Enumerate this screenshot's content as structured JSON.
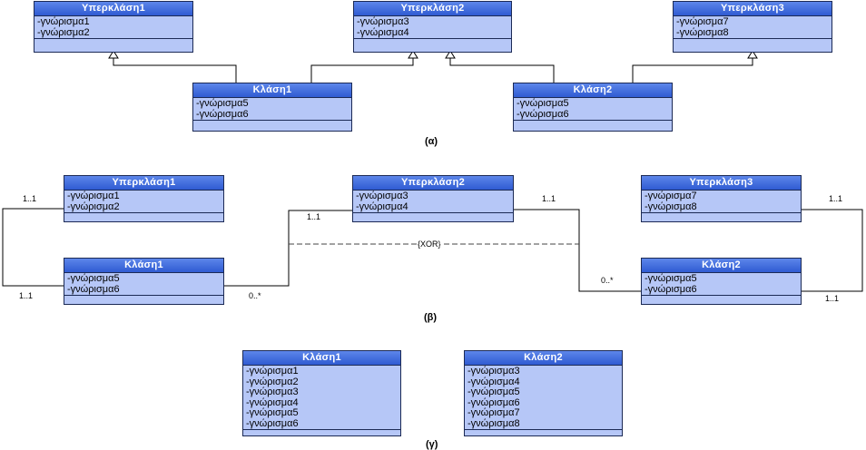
{
  "section_a": {
    "caption": "(α)",
    "classes": [
      {
        "name": "Υπερκλάση1",
        "attrs": [
          "-γνώρισμα1",
          "-γνώρισμα2"
        ]
      },
      {
        "name": "Υπερκλάση2",
        "attrs": [
          "-γνώρισμα3",
          "-γνώρισμα4"
        ]
      },
      {
        "name": "Υπερκλάση3",
        "attrs": [
          "-γνώρισμα7",
          "-γνώρισμα8"
        ]
      },
      {
        "name": "Κλάση1",
        "attrs": [
          "-γνώρισμα5",
          "-γνώρισμα6"
        ]
      },
      {
        "name": "Κλάση2",
        "attrs": [
          "-γνώρισμα5",
          "-γνώρισμα6"
        ]
      }
    ]
  },
  "section_b": {
    "caption": "(β)",
    "xor_label": "{XOR}",
    "classes": [
      {
        "name": "Υπερκλάση1",
        "attrs": [
          "-γνώρισμα1",
          "-γνώρισμα2"
        ]
      },
      {
        "name": "Υπερκλάση2",
        "attrs": [
          "-γνώρισμα3",
          "-γνώρισμα4"
        ]
      },
      {
        "name": "Υπερκλάση3",
        "attrs": [
          "-γνώρισμα7",
          "-γνώρισμα8"
        ]
      },
      {
        "name": "Κλάση1",
        "attrs": [
          "-γνώρισμα5",
          "-γνώρισμα6"
        ]
      },
      {
        "name": "Κλάση2",
        "attrs": [
          "-γνώρισμα5",
          "-γνώρισμα6"
        ]
      }
    ],
    "multiplicities": {
      "left_top": "1..1",
      "left_bottom": "1..1",
      "k1_right": "0..*",
      "super2_left": "1..1",
      "super2_right": "1..1",
      "k2_left": "0..*",
      "right_top": "1..1",
      "right_bottom": "1..1"
    }
  },
  "section_c": {
    "caption": "(γ)",
    "classes": [
      {
        "name": "Κλάση1",
        "attrs": [
          "-γνώρισμα1",
          "-γνώρισμα2",
          "-γνώρισμα3",
          "-γνώρισμα4",
          "-γνώρισμα5",
          "-γνώρισμα6"
        ]
      },
      {
        "name": "Κλάση2",
        "attrs": [
          "-γνώρισμα3",
          "-γνώρισμα4",
          "-γνώρισμα5",
          "-γνώρισμα6",
          "-γνώρισμα7",
          "-γνώρισμα8"
        ]
      }
    ]
  },
  "colors": {
    "header": "#2f5bd2",
    "body": "#b6c7f7",
    "border": "#1c2a55"
  }
}
